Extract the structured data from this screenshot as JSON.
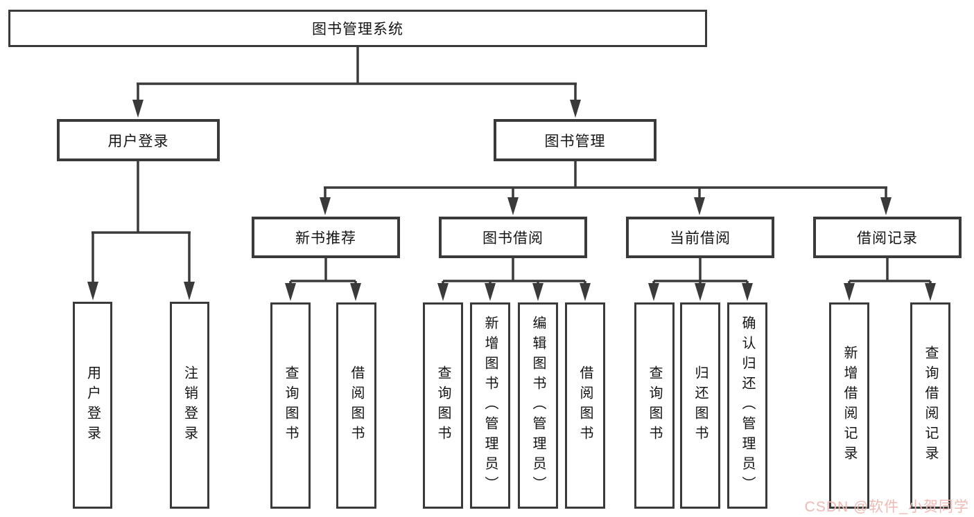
{
  "diagram": {
    "root": {
      "label": "图书管理系统"
    },
    "branches": [
      {
        "label": "用户登录",
        "children": [
          {
            "label": "用户登录"
          },
          {
            "label": "注销登录"
          }
        ]
      },
      {
        "label": "图书管理",
        "children": [
          {
            "label": "新书推荐",
            "children": [
              {
                "label": "查询图书"
              },
              {
                "label": "借阅图书"
              }
            ]
          },
          {
            "label": "图书借阅",
            "children": [
              {
                "label": "查询图书"
              },
              {
                "label": "新增图书（管理员）"
              },
              {
                "label": "编辑图书（管理员）"
              },
              {
                "label": "借阅图书"
              }
            ]
          },
          {
            "label": "当前借阅",
            "children": [
              {
                "label": "查询图书"
              },
              {
                "label": "归还图书"
              },
              {
                "label": "确认归还（管理员）"
              }
            ]
          },
          {
            "label": "借阅记录",
            "children": [
              {
                "label": "新增借阅记录"
              },
              {
                "label": "查询借阅记录"
              }
            ]
          }
        ]
      }
    ]
  },
  "watermark": {
    "text": "CSDN @软件_小贺同学"
  },
  "colors": {
    "line": "#3a3a3a",
    "text": "#141414",
    "box_background": "#ffffff",
    "watermark": "#f0b9b4"
  }
}
